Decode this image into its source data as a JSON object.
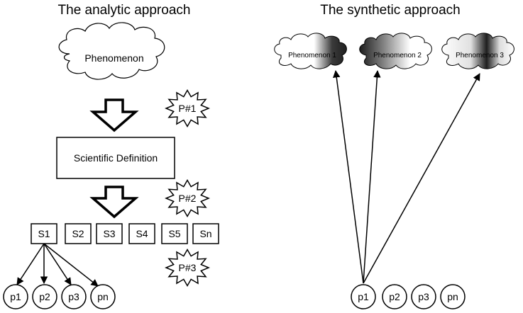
{
  "analytic": {
    "title": "The analytic approach",
    "phenomenon": "Phenomenon",
    "definition": "Scientific Definition",
    "problems": [
      "P#1",
      "P#2",
      "P#3"
    ],
    "s_boxes": [
      "S1",
      "S2",
      "S3",
      "S4",
      "S5",
      "Sn"
    ],
    "p_circles": [
      "p1",
      "p2",
      "p3",
      "pn"
    ]
  },
  "synthetic": {
    "title": "The synthetic approach",
    "phenomena": [
      "Phenomenon 1",
      "Phenomenon 2",
      "Phenomenon 3"
    ],
    "p_circles": [
      "p1",
      "p2",
      "p3",
      "pn"
    ]
  }
}
